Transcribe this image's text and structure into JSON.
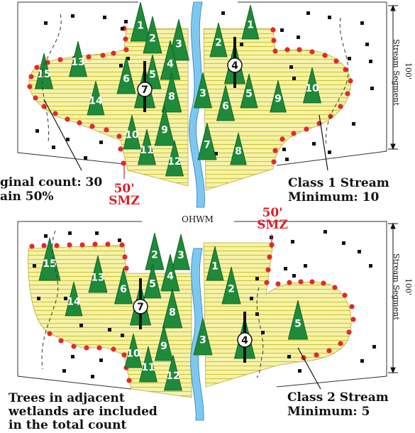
{
  "panels": [
    {
      "id": "class1",
      "stream_label_line1": "Class 1 Stream",
      "stream_label_line2": "Minimum: 10",
      "trees_left": [
        "1",
        "2",
        "3",
        "4",
        "5",
        "6",
        "7",
        "8",
        "9",
        "10",
        "11",
        "12",
        "13",
        "14",
        "15"
      ],
      "trees_right": [
        "1",
        "2",
        "3",
        "4",
        "5",
        "6",
        "7",
        "8",
        "9",
        "10"
      ],
      "trees_not_counted": [
        "7",
        "4"
      ],
      "smz_left": [
        "50'",
        "SMZ"
      ],
      "smz_right": [
        "50'",
        "SMZ"
      ]
    },
    {
      "id": "class2",
      "stream_label_line1": "Class 2 Stream",
      "stream_label_line2": "Minimum: 5",
      "trees_left": [
        "2",
        "3",
        "4",
        "5",
        "6",
        "7",
        "8",
        "9",
        "10",
        "11",
        "12",
        "13",
        "14",
        "15"
      ],
      "trees_right": [
        "1",
        "2",
        "3",
        "4",
        "5"
      ],
      "trees_not_counted": [
        "7",
        "4"
      ]
    }
  ],
  "stream_segment_label": "Stream Segment",
  "segment_length_label": "100'",
  "ohwm_label": "OHWM",
  "left_note_lines": [
    "ginal count: 30",
    "ain 50%"
  ],
  "wetland_note_lines": [
    "Trees in adjacent",
    "wetlands are included",
    "in the total count"
  ],
  "colors": {
    "buffer_fill": "#f6f2a6",
    "hatch": "#c9c23a",
    "tree": "#1e8a3a",
    "dot": "#e02a2a",
    "stream": "#7ec8f0",
    "smz_text": "#d8202a"
  }
}
